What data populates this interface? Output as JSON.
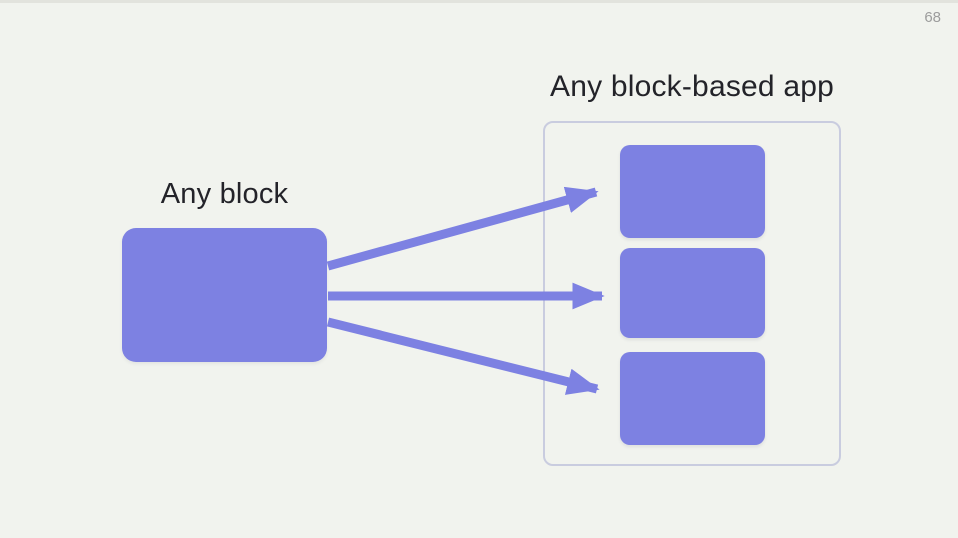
{
  "page": {
    "number": "68"
  },
  "colors": {
    "background": "#F1F3EE",
    "accent": "#7D81E2",
    "container_border": "#C9CCDF",
    "text": "#232329",
    "page_number": "#9C9C9C"
  },
  "source": {
    "label": "Any block"
  },
  "target": {
    "title": "Any block-based app",
    "block_count": 3
  },
  "icons": {
    "arrows": [
      "arrow-top-icon",
      "arrow-middle-icon",
      "arrow-bottom-icon"
    ]
  }
}
